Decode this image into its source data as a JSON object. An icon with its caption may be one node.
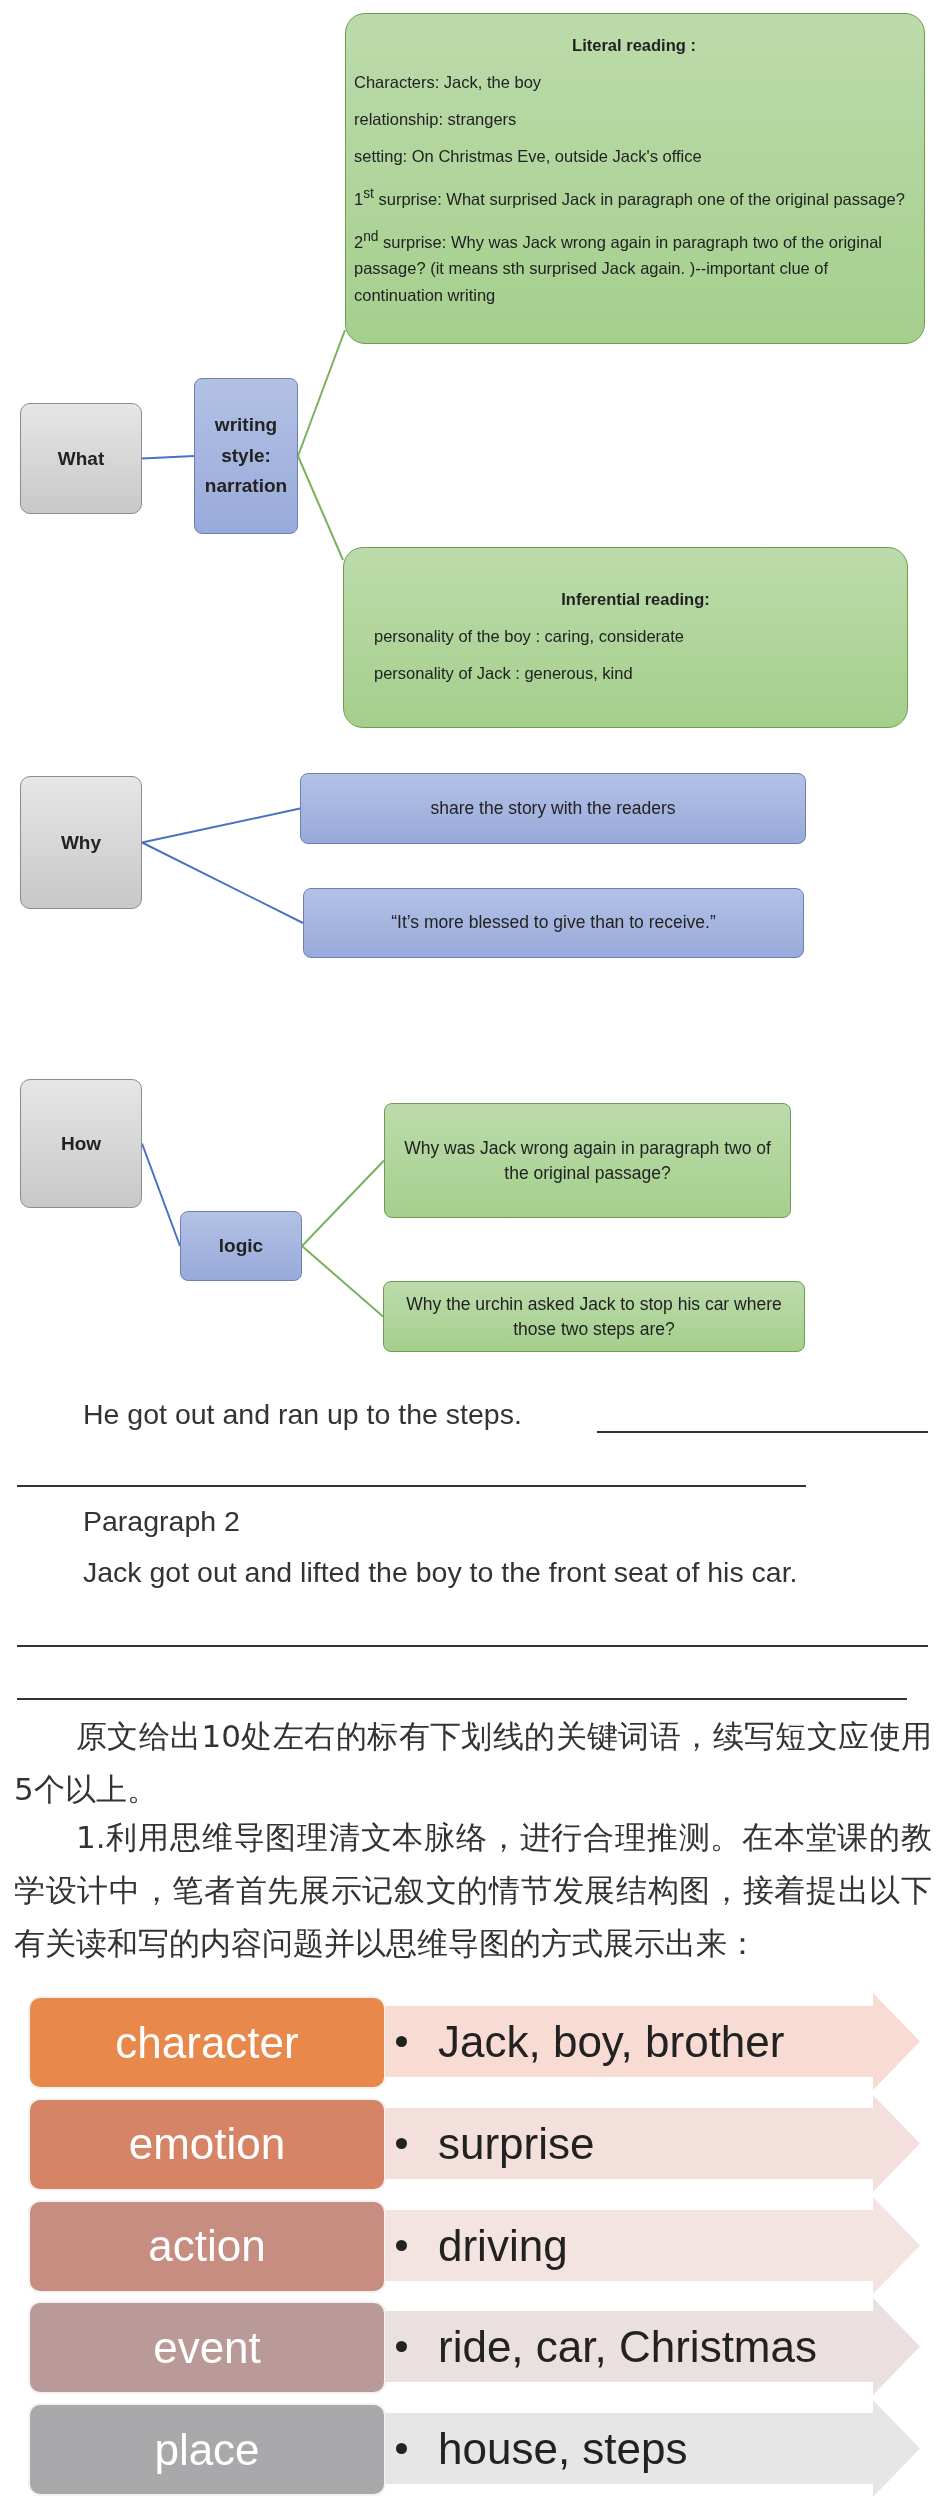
{
  "diagram": {
    "nodes": [
      {
        "text": [
          "What"
        ]
      },
      {
        "text": [
          "writing style: narration"
        ]
      },
      {
        "text": [
          "Literal reading :",
          "Characters:   Jack, the boy",
          "relationship: strangers",
          "setting: On Christmas Eve, outside Jack's office",
          "1$^{st}$ surprise: What surprised Jack in paragraph one of the original passage?",
          "2$^{nd}$ surprise: Why was Jack wrong again in paragraph two of the original passage? (it means sth surprised Jack again. )--important clue of continuation writing"
        ]
      },
      {
        "text": [
          "Inferential reading:",
          "personality of the boy : caring, considerate",
          "personality of Jack : generous, kind"
        ]
      },
      {
        "text": [
          "Why"
        ]
      },
      {
        "text": [
          "share the story with the readers"
        ]
      },
      {
        "text": [
          "“It’s more blessed to give than to receive.”"
        ]
      },
      {
        "text": [
          "How"
        ]
      },
      {
        "text": [
          "logic"
        ]
      },
      {
        "text": [
          "Why was Jack wrong again in paragraph two of the original passage?"
        ]
      },
      {
        "text": [
          "Why the urchin asked Jack to stop his car where those two steps are?"
        ]
      },
      {
        "text": [
          "character"
        ]
      },
      {
        "text": [
          "Jack, boy,  brother"
        ]
      },
      {
        "text": [
          "emotion"
        ]
      },
      {
        "text": [
          "surprise"
        ]
      },
      {
        "text": [
          "action"
        ]
      },
      {
        "text": [
          "driving"
        ]
      },
      {
        "text": [
          "event"
        ]
      },
      {
        "text": [
          "ride, car, Christmas"
        ]
      },
      {
        "text": [
          "place"
        ]
      },
      {
        "text": [
          "house, steps"
        ]
      }
    ],
    "edges": [
      {
        "from": 0,
        "to": 1,
        "arrow": "none"
      },
      {
        "from": 1,
        "to": 2,
        "arrow": "none",
        "color": "#7ab15a"
      },
      {
        "from": 1,
        "to": 3,
        "arrow": "none",
        "color": "#7ab15a"
      },
      {
        "from": 4,
        "to": 5,
        "arrow": "none"
      },
      {
        "from": 4,
        "to": 6,
        "arrow": "none"
      },
      {
        "from": 7,
        "to": 8,
        "arrow": "none"
      },
      {
        "from": 8,
        "to": 9,
        "arrow": "none",
        "color": "#7ab15a"
      },
      {
        "from": 8,
        "to": 10,
        "arrow": "none",
        "color": "#7ab15a"
      }
    ],
    "labels": [
      "He got out and ran up to the steps.",
      "Paragraph 2",
      "Jack got out and lifted the boy to the front seat of his car.",
      "原文给出10处左右的标有下划线的关键词语，续写短文应使用5个以上。",
      "1.利用思维导图理清文本脉络，进行合理推测。在本堂课的教学设计中，笔者首先展示记叙文的情节发展结构图，接着提出以下有关读和写的内容问题并以思维导图的方式展示出来："
    ]
  }
}
